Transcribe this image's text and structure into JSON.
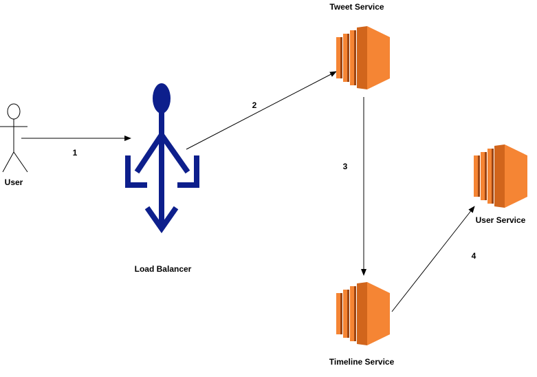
{
  "nodes": {
    "user": {
      "label": "User",
      "icon": "user-actor-icon"
    },
    "load_balancer": {
      "label": "Load Balancer",
      "icon": "load-balancer-icon"
    },
    "tweet_service": {
      "label": "Tweet Service",
      "icon": "ec2-instance-icon"
    },
    "user_service": {
      "label": "User Service",
      "icon": "ec2-instance-icon"
    },
    "timeline_service": {
      "label": "Timeline Service",
      "icon": "ec2-instance-icon"
    }
  },
  "edges": [
    {
      "from": "user",
      "to": "load_balancer",
      "label": "1"
    },
    {
      "from": "load_balancer",
      "to": "tweet_service",
      "label": "2"
    },
    {
      "from": "tweet_service",
      "to": "timeline_service",
      "label": "3"
    },
    {
      "from": "timeline_service",
      "to": "user_service",
      "label": "4"
    }
  ],
  "colors": {
    "load_balancer": "#0d1f8c",
    "ec2_front": "#f58534",
    "ec2_mid": "#d1651c",
    "ec2_dark": "#9d4512",
    "line": "#000000"
  }
}
